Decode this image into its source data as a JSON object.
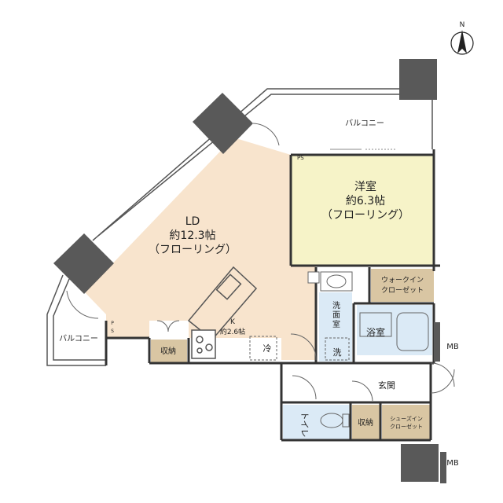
{
  "compass": {
    "label": "N"
  },
  "rooms": {
    "ld": {
      "name": "LD",
      "size": "約12.3帖",
      "floor": "（フローリング）"
    },
    "western": {
      "name": "洋室",
      "size": "約6.3帖",
      "floor": "（フローリング）"
    },
    "kitchen": {
      "name": "K",
      "size": "約2.6帖"
    },
    "walkin": {
      "line1": "ウォークイン",
      "line2": "クローゼット"
    },
    "washroom": {
      "line1": "洗",
      "line2": "面",
      "line3": "室"
    },
    "bath": {
      "name": "浴室"
    },
    "storage_ld": {
      "name": "収納"
    },
    "storage_entry": {
      "name": "収納"
    },
    "toilet": {
      "name": "トイレ"
    },
    "entrance": {
      "name": "玄関"
    },
    "shoes": {
      "line1": "シューズイン",
      "line2": "クローゼット"
    },
    "balcony_top": {
      "name": "バルコニー"
    },
    "balcony_left": {
      "name": "バルコニー"
    }
  },
  "labels": {
    "ps_top": "PS",
    "ps_left_1": "P",
    "ps_left_2": "S",
    "mb_right": "MB",
    "mb_bottom": "MB",
    "fridge": "冷",
    "washer": "洗"
  },
  "colors": {
    "ld_floor": "#f8e4cd",
    "western_floor": "#f6f3c8",
    "storage": "#d9c6a3",
    "water": "#dbeaf6",
    "column": "#595959",
    "wall": "#333333"
  }
}
